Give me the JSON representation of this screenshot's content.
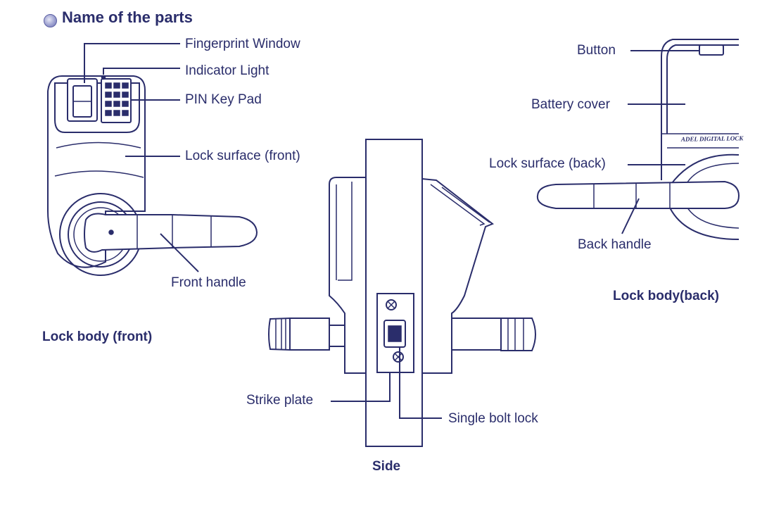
{
  "title": "Name of the parts",
  "labels": {
    "fingerprint_window": "Fingerprint Window",
    "indicator_light": "Indicator Light",
    "pin_key_pad": "PIN Key Pad",
    "lock_surface_front": "Lock surface (front)",
    "front_handle": "Front handle",
    "button": "Button",
    "battery_cover": "Battery cover",
    "lock_surface_back": "Lock surface (back)",
    "back_handle": "Back handle",
    "strike_plate": "Strike plate",
    "single_bolt_lock": "Single bolt lock"
  },
  "captions": {
    "front": "Lock body (front)",
    "back": "Lock body(back)",
    "side": "Side"
  },
  "logo_text": "ADEL DIGITAL LOCK",
  "colors": {
    "ink": "#2a2d6b",
    "bullet": "#9da1d0"
  }
}
